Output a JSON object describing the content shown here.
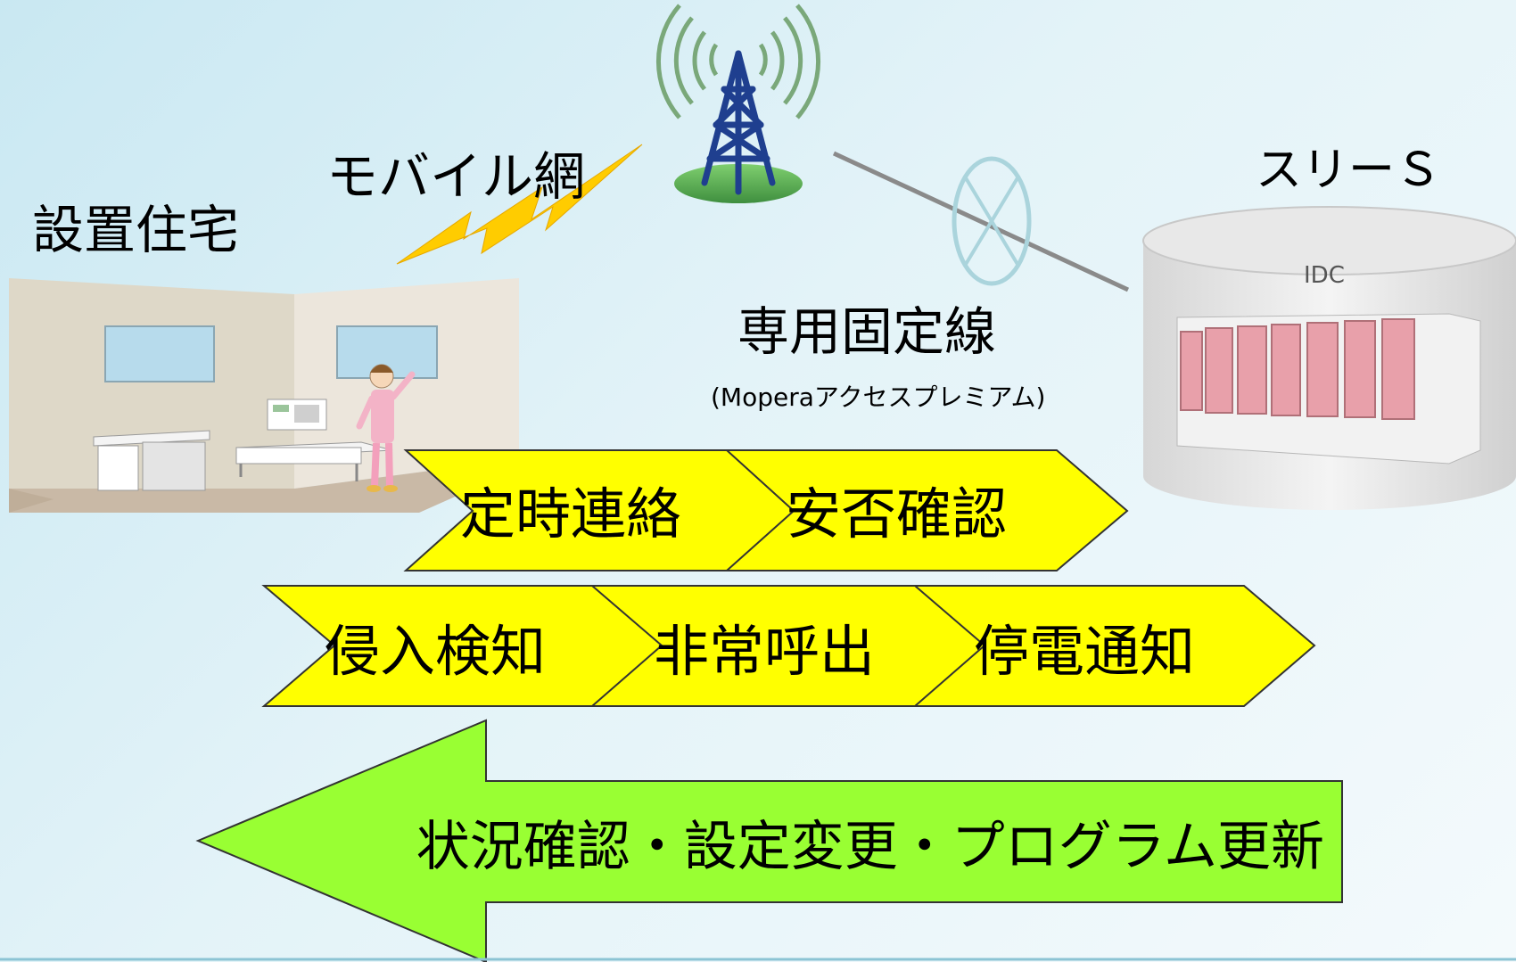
{
  "labels": {
    "mobile_network": "モバイル網",
    "installation_home": "設置住宅",
    "three_s": "スリーＳ",
    "idc": "IDC",
    "dedicated_line": "専用固定線",
    "dedicated_line_sub": "(Moperaアクセスプレミアム)"
  },
  "upstream_row1": [
    "定時連絡",
    "安否確認"
  ],
  "upstream_row2": [
    "侵入検知",
    "非常呼出",
    "停電通知"
  ],
  "downstream": "状況確認・設定変更・プログラム更新",
  "colors": {
    "upstream_fill": "#ffff00",
    "downstream_fill": "#99ff33",
    "lightning": "#ffcc00",
    "tower": "#1f3f8f",
    "server_rack": "#e8a0aa"
  }
}
